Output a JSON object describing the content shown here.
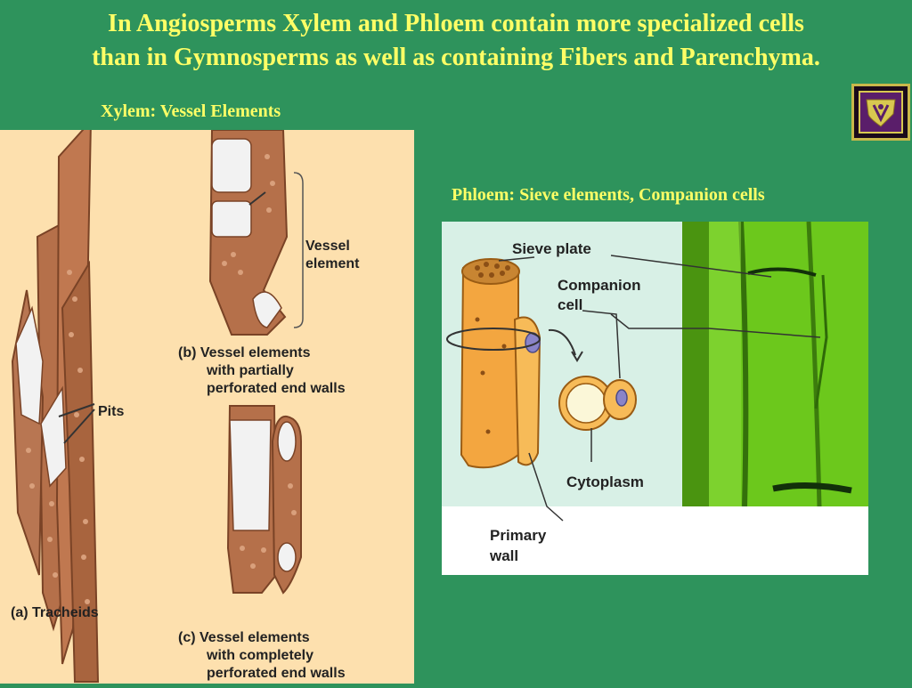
{
  "slide": {
    "title_line1": "In Angiosperms Xylem and  Phloem contain more specialized cells",
    "title_line2": "than in Gymnosperms as well as containing Fibers and Parenchyma.",
    "xylem_heading": "Xylem: Vessel Elements",
    "phloem_heading": "Phloem: Sieve elements, Companion cells"
  },
  "xylem_figure": {
    "label_vessel_1": "Vessel",
    "label_vessel_2": "element",
    "label_pits": "Pits",
    "label_b_1": "(b) Vessel elements",
    "label_b_2": "with partially",
    "label_b_3": "perforated end walls",
    "label_a": "(a) Tracheids",
    "label_c_1": "(c) Vessel elements",
    "label_c_2": "with completely",
    "label_c_3": "perforated end walls"
  },
  "phloem_figure": {
    "label_sieve_plate": "Sieve plate",
    "label_companion_1": "Companion",
    "label_companion_2": "cell",
    "label_cytoplasm": "Cytoplasm",
    "label_primary_1": "Primary",
    "label_primary_2": "wall"
  },
  "colors": {
    "background": "#2e935c",
    "title_text": "#ffff66",
    "xylem_panel": "#fde0ae",
    "cell_brown": "#b5704a",
    "sieve_orange": "#f3a640",
    "micrograph_green": "#6cc81c"
  },
  "icons": {
    "logo": "university-crest-icon"
  }
}
